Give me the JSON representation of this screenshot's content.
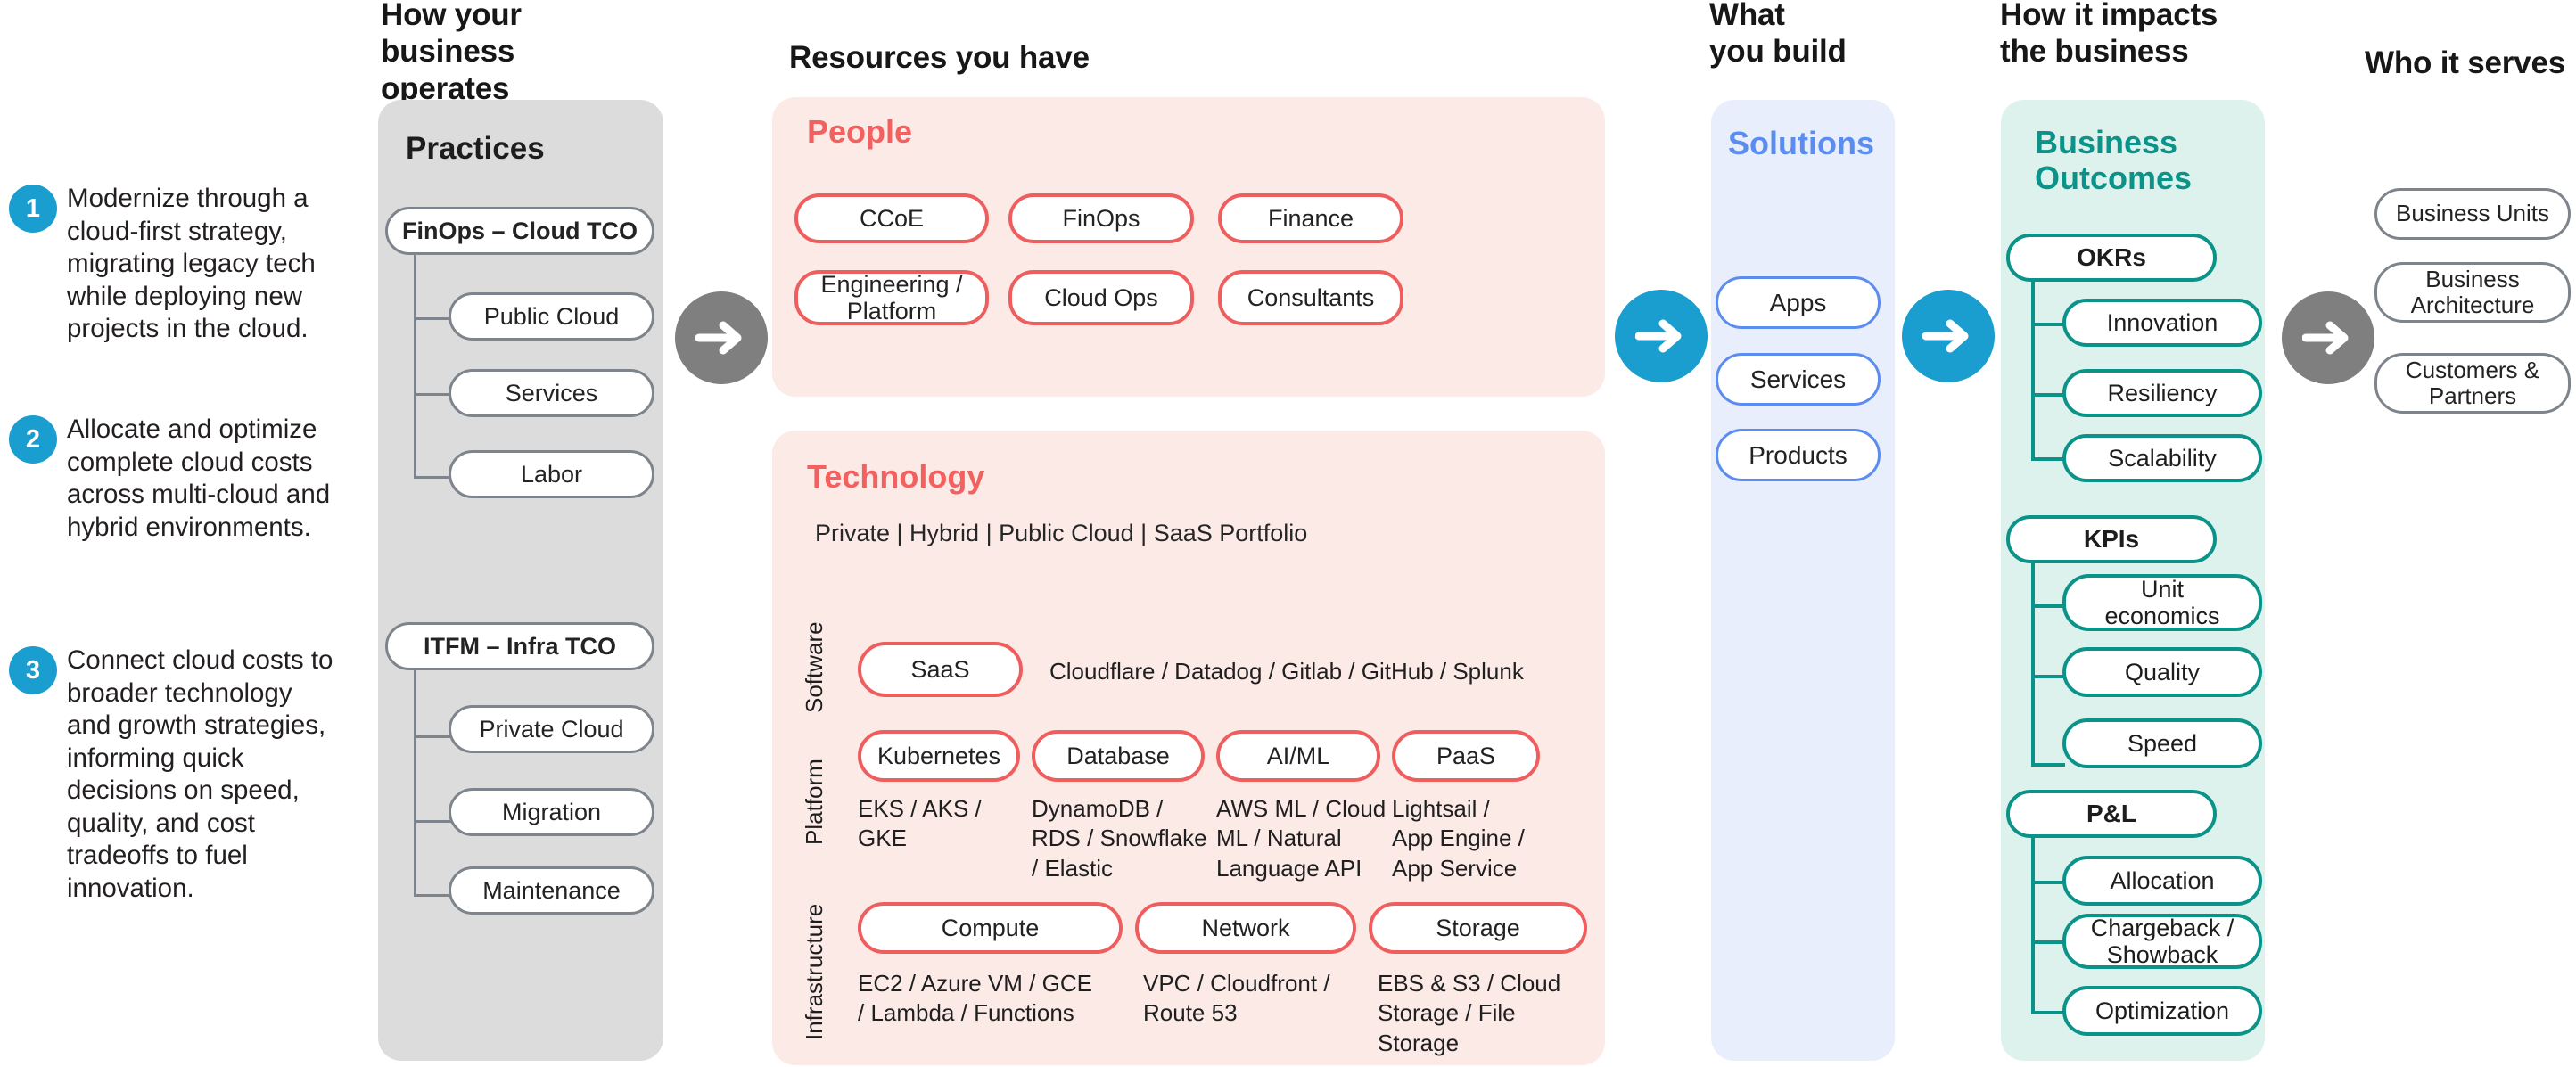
{
  "columns": [
    {
      "id": "operates",
      "title": "How your\nbusiness operates"
    },
    {
      "id": "resources",
      "title": "Resources you have"
    },
    {
      "id": "build",
      "title": "What\nyou build"
    },
    {
      "id": "impacts",
      "title": "How it impacts\nthe business"
    },
    {
      "id": "serves",
      "title": "Who it serves"
    }
  ],
  "intro_points": [
    {
      "number": "1",
      "text": "Modernize through a cloud-first strategy, migrating legacy tech while deploying new projects in the cloud."
    },
    {
      "number": "2",
      "text": "Allocate and optimize complete cloud costs across multi-cloud and hybrid environments."
    },
    {
      "number": "3",
      "text": "Connect cloud costs to broader technology and growth strategies, informing quick decisions on speed, quality, and cost tradeoffs to fuel innovation."
    }
  ],
  "practices": {
    "heading": "Practices",
    "groups": [
      {
        "parent": "FinOps – Cloud TCO",
        "children": [
          "Public Cloud",
          "Services",
          "Labor"
        ]
      },
      {
        "parent": "ITFM – Infra TCO",
        "children": [
          "Private Cloud",
          "Migration",
          "Maintenance"
        ]
      }
    ]
  },
  "people": {
    "heading": "People",
    "items": [
      "CCoE",
      "FinOps",
      "Finance",
      "Engineering /\nPlatform",
      "Cloud Ops",
      "Consultants"
    ]
  },
  "technology": {
    "heading": "Technology",
    "subtitle": "Private  |  Hybrid  |  Public Cloud | SaaS Portfolio",
    "rows": [
      {
        "label": "Software",
        "items": [
          {
            "pill": "SaaS",
            "caption": ""
          }
        ],
        "inline_caption": "Cloudflare / Datadog / Gitlab / GitHub /  Splunk"
      },
      {
        "label": "Platform",
        "items": [
          {
            "pill": "Kubernetes",
            "caption": "EKS / AKS /\nGKE"
          },
          {
            "pill": "Database",
            "caption": "DynamoDB /\nRDS / Snowflake\n/ Elastic"
          },
          {
            "pill": "AI/ML",
            "caption": "AWS ML / Cloud\nML / Natural\nLanguage API"
          },
          {
            "pill": "PaaS",
            "caption": "Lightsail /\nApp Engine /\nApp Service"
          }
        ],
        "inline_caption": ""
      },
      {
        "label": "Infrastructure",
        "items": [
          {
            "pill": "Compute",
            "caption": "EC2 / Azure VM / GCE\n/ Lambda / Functions"
          },
          {
            "pill": "Network",
            "caption": "VPC / Cloudfront /\nRoute 53"
          },
          {
            "pill": "Storage",
            "caption": "EBS & S3 / Cloud\nStorage / File Storage"
          }
        ],
        "inline_caption": ""
      }
    ]
  },
  "solutions": {
    "heading": "Solutions",
    "items": [
      "Apps",
      "Services",
      "Products"
    ]
  },
  "outcomes": {
    "heading": "Business\nOutcomes",
    "groups": [
      {
        "parent": "OKRs",
        "children": [
          "Innovation",
          "Resiliency",
          "Scalability"
        ]
      },
      {
        "parent": "KPIs",
        "children": [
          "Unit\neconomics",
          "Quality",
          "Speed"
        ]
      },
      {
        "parent": "P&L",
        "children": [
          "Allocation",
          "Chargeback /\nShowback",
          "Optimization"
        ]
      }
    ]
  },
  "serves": {
    "items": [
      "Business Units",
      "Business\nArchitecture",
      "Customers &\nPartners"
    ]
  },
  "arrows": [
    {
      "id": "arrow-practices-to-resources",
      "style": "gray"
    },
    {
      "id": "arrow-resources-to-solutions",
      "style": "blue"
    },
    {
      "id": "arrow-solutions-to-outcomes",
      "style": "blue"
    },
    {
      "id": "arrow-outcomes-to-serves",
      "style": "gray"
    }
  ],
  "colors": {
    "accent_blue": "#1a9ed0",
    "people_red": "#f2615f",
    "solutions_blue": "#5b8df0",
    "outcomes_teal": "#0b9389",
    "gray_panel": "#dcdcdc",
    "pink_panel": "#fceae7",
    "blue_panel": "#e8eefc",
    "green_panel": "#ddf2ed",
    "arrow_gray": "#7f7f7f"
  }
}
